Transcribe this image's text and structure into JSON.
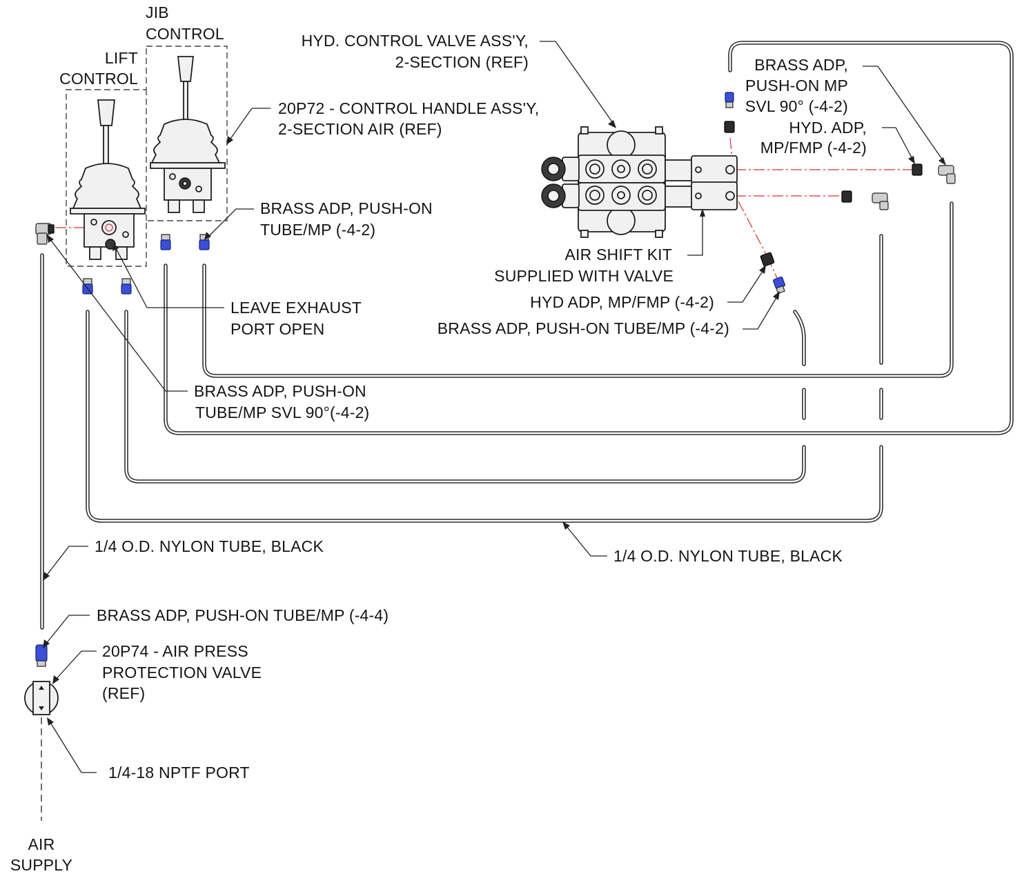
{
  "labels": {
    "jib_control": [
      "JIB",
      "CONTROL"
    ],
    "lift_control": [
      "LIFT",
      "CONTROL"
    ],
    "hyd_control_valve": [
      "HYD. CONTROL VALVE ASS'Y,",
      "2-SECTION (REF)"
    ],
    "control_handle": [
      "20P72 - CONTROL HANDLE ASS'Y,",
      "2-SECTION AIR (REF)"
    ],
    "brass_adp_tube_mp_top": [
      "BRASS ADP, PUSH-ON",
      "TUBE/MP (-4-2)"
    ],
    "leave_exhaust": [
      "LEAVE EXHAUST",
      "PORT OPEN"
    ],
    "brass_adp_svl90_left": [
      "BRASS ADP, PUSH-ON",
      "TUBE/MP SVL 90°(-4-2)"
    ],
    "air_shift_kit": [
      "AIR SHIFT KIT",
      "SUPPLIED WITH VALVE"
    ],
    "hyd_adp_mp_fmp_mid": "HYD ADP, MP/FMP (-4-2)",
    "brass_adp_tube_mp_mid": "BRASS ADP, PUSH-ON TUBE/MP (-4-2)",
    "brass_adp_svl90_right": [
      "BRASS ADP,",
      "PUSH-ON MP",
      "SVL 90° (-4-2)"
    ],
    "hyd_adp_right": [
      "HYD. ADP,",
      "MP/FMP (-4-2)"
    ],
    "nylon_tube_left": "1/4 O.D. NYLON TUBE, BLACK",
    "nylon_tube_bottom": "1/4 O.D. NYLON TUBE, BLACK",
    "brass_adp_44": "BRASS ADP, PUSH-ON TUBE/MP (-4-4)",
    "air_press_valve": [
      "20P74 - AIR PRESS",
      "PROTECTION VALVE",
      "(REF)"
    ],
    "nptf_port": "1/4-18 NPTF PORT",
    "air_supply": [
      "AIR",
      "SUPPLY"
    ]
  },
  "colors": {
    "push_on_fitting": "#3a4fd6",
    "center_line": "#d03030",
    "tube": "#2a2a2a"
  }
}
